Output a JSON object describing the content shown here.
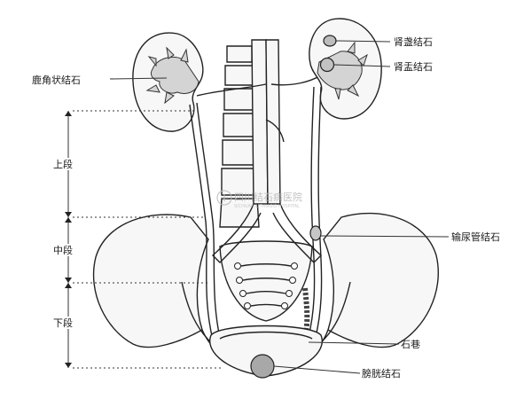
{
  "labels": {
    "staghorn": "鹿角状结石",
    "calyx": "肾盏结石",
    "pelvis": "肾盂结石",
    "ureter": "输尿管结石",
    "steinstrasse": "石巷",
    "bladder": "膀胱结石"
  },
  "segments": {
    "upper": "上段",
    "middle": "中段",
    "lower": "下段"
  },
  "watermark": {
    "name": "四川结石病医院",
    "sub": "SICHUAN LITHIASIS HOSPITAL"
  }
}
